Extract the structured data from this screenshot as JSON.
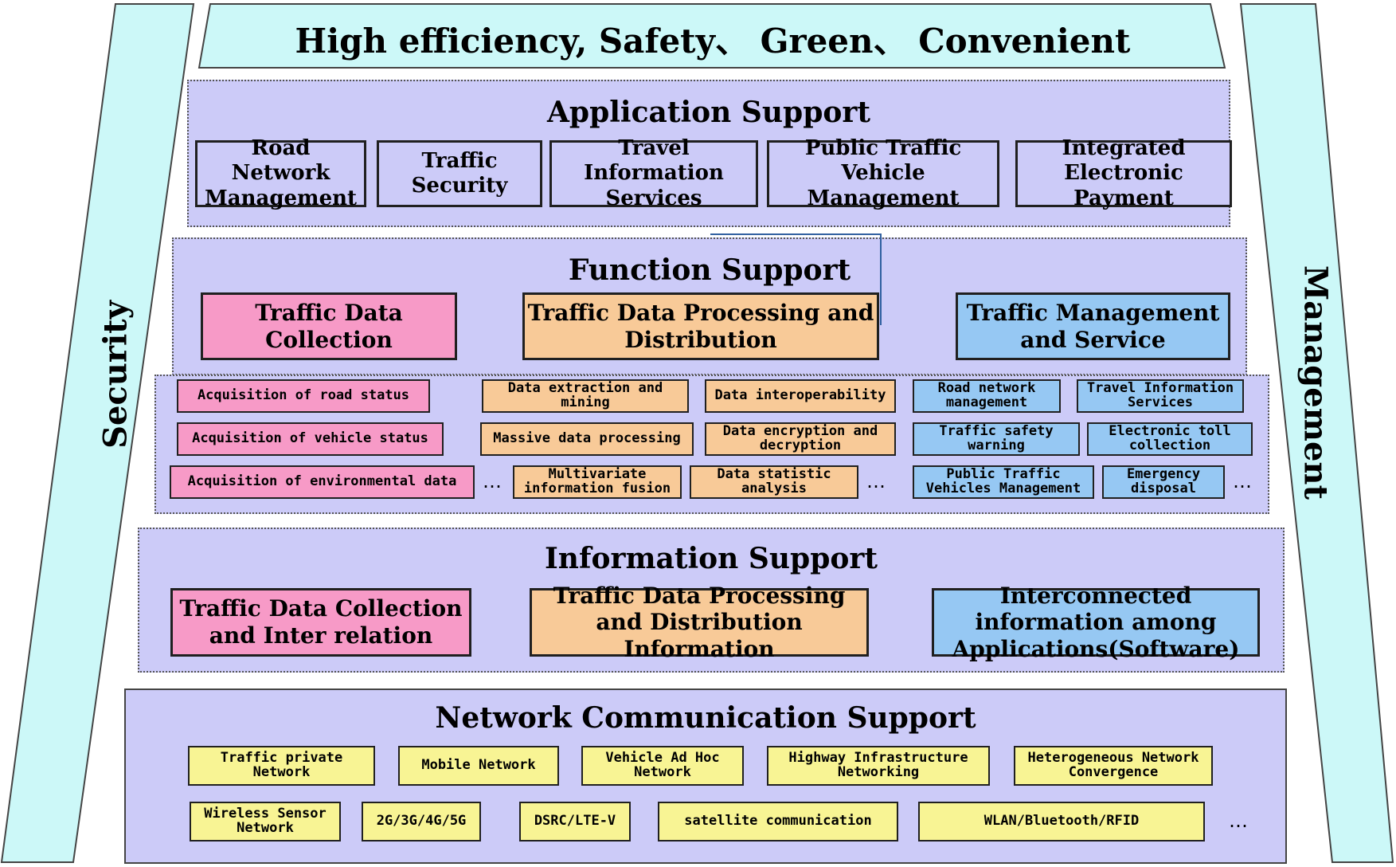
{
  "banner": {
    "title": "High efficiency, Safety、 Green、 Convenient"
  },
  "side": {
    "left": "Security",
    "right": "Management"
  },
  "application": {
    "title": "Application Support",
    "items": [
      "Road Network Management",
      "Traffic Security",
      "Travel Information Services",
      "Public Traffic Vehicle Management",
      "Integrated Electronic Payment"
    ]
  },
  "function": {
    "title": "Function Support",
    "groups": [
      "Traffic Data Collection",
      "Traffic Data Processing and Distribution",
      "Traffic Management and Service"
    ],
    "collection": [
      "Acquisition of road status",
      "Acquisition of vehicle status",
      "Acquisition of environmental data"
    ],
    "processing": [
      "Data extraction and mining",
      "Data interoperability",
      "Massive data processing",
      "Data encryption and decryption",
      "Multivariate information fusion",
      "Data statistic analysis"
    ],
    "management": [
      "Road network management",
      "Travel Information Services",
      "Traffic safety warning",
      "Electronic toll collection",
      "Public Traffic Vehicles Management",
      "Emergency disposal"
    ],
    "ellipsis": "…"
  },
  "information": {
    "title": "Information Support",
    "items": [
      "Traffic Data Collection and Inter relation",
      "Traffic Data Processing and Distribution Information",
      "Interconnected information among Applications(Software)"
    ]
  },
  "network": {
    "title": "Network Communication Support",
    "row1": [
      "Traffic private Network",
      "Mobile Network",
      "Vehicle Ad Hoc Network",
      "Highway Infrastructure Networking",
      "Heterogeneous Network Convergence"
    ],
    "row2": [
      "Wireless Sensor Network",
      "2G/3G/4G/5G",
      "DSRC/LTE-V",
      "satellite communication",
      "WLAN/Bluetooth/RFID"
    ],
    "ellipsis": "…"
  },
  "colors": {
    "lavender": "#cccbf8",
    "cyan": "#ccf8f8",
    "pink": "#f79ac7",
    "orange": "#f8ca98",
    "blue": "#96c8f3",
    "yellow": "#f8f494"
  }
}
